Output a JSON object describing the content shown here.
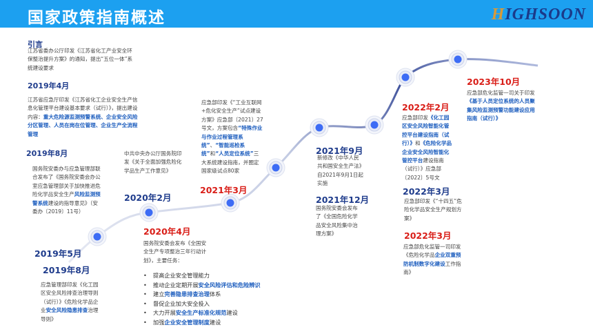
{
  "header": {
    "title": "国家政策指南概述",
    "logo": "HIGHSOON"
  },
  "intro": {
    "label": "引言",
    "text": "江苏省委办公厅印发《江苏省化工产业安全环保整治提升方案》的通知，提出“五位一体”系统建设要求"
  },
  "events": [
    {
      "date": "2019年4月",
      "pre": "江苏省应急厅印发《江苏省化工企业安全生产信息化管理平台建设基本要求（试行）》，提出建设内容：",
      "hl": "重大危险源监测预警系统、企业安全风险分区管理、人员在岗在位管理、企业生产全流程管理",
      "post": ""
    },
    {
      "date": "2019年8月",
      "pre": "国务院安委办与应急管理部联合发布了《国务院安委会办公室应急管理部关于加快推进危险化学品安全生产",
      "hl": "风险监测预警系统",
      "post": "建设的指导意见》（安委办〔2019〕11号）"
    },
    {
      "date": "2019年5月",
      "date2": "2019年8月",
      "pre": "应急管理部印发《化工园区安全风险排查治理导则（试行）》《危险化学品企业",
      "hl": "安全风险隐患排查",
      "post": "治理导则》"
    },
    {
      "date": "2020年2月",
      "pre": "中共中央办公厅国务院印发《关于全面加强危险化学品生产工作意见》",
      "hl": "",
      "post": ""
    },
    {
      "date": "2020年4月",
      "pre": "国务院安委会发布《全国安全生产专项整治三年行动计划》，主要任务：",
      "hl": "",
      "post": "",
      "bullets": [
        {
          "pre": "提高企业安全管理能力",
          "hl": "",
          "post": ""
        },
        {
          "pre": "推动企业定期开展",
          "hl": "安全风险评估和危险辨识",
          "post": ""
        },
        {
          "pre": "建立",
          "hl": "完善隐患排查治理",
          "post": "体系"
        },
        {
          "pre": "督促企业加大安全投入",
          "hl": "",
          "post": ""
        },
        {
          "pre": "大力开展",
          "hl": "安全生产标准化规范",
          "post": "建设"
        },
        {
          "pre": "加强",
          "hl": "企业安全管理制度",
          "post": "建设"
        }
      ]
    },
    {
      "date": "2021年3月",
      "pre": "应急部印发《“工业互联网+危化安全生产”试点建设方案》应急部〔2021〕27号文，方案包含",
      "hl1": "“特殊作业与作业过程管理系统”",
      "mid1": "、",
      "hl2": "“智能巡检系统”",
      "mid2": "和",
      "hl3": "“人员定位系统”",
      "post": "三大系统建设指南，并圈定国家级试点80家"
    },
    {
      "date": "2021年9月",
      "pre": "新修改《中华人民共和国安全生产法》自2021年9月1日起实施",
      "hl": "",
      "post": ""
    },
    {
      "date": "2021年12月",
      "pre": "国务院安委会发布了《全国危险化学品安全风险集中治理方案》",
      "hl": "",
      "post": ""
    },
    {
      "date": "2022年2月",
      "pre": "应急部印发",
      "hl": "《化工园区安全风险智能化管控平台建设指南（试行）》",
      "mid": "和",
      "hl2": "《危险化学品企业安全风险智能化管控平台",
      "post": "建设指南（试行）》应急部〔2022〕5号文"
    },
    {
      "date": "2022年3月",
      "pre": "应急部印发《“十四五”危险化学品安全生产规划方案》",
      "hl": "",
      "post": ""
    },
    {
      "date": "2022年3月",
      "pre": "应急部危化监管一司印发《危险化学品",
      "hl": "企业双重预防机制数字化建设",
      "post": "工作指南》"
    },
    {
      "date": "2023年10月",
      "pre": "应急部危化监管一司关于印发",
      "hl": "《基于人员定位系统的人员聚集风险监测预警功能建设应用指南（试行）》",
      "post": ""
    }
  ],
  "colors": {
    "header": "#1ca0f0",
    "navy": "#1f3c8c",
    "red": "#d91e18",
    "highlight": "#1f5fbf",
    "node": "#3d6cf5"
  }
}
